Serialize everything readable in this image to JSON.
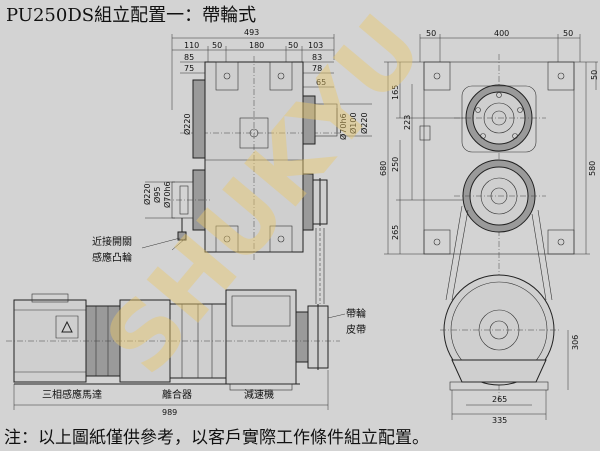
{
  "title": "PU250DS組立配置一：帶輪式",
  "note": "注：以上圖紙僅供參考，以客戶實際工作條件組立配置。",
  "watermark": "SHUKYU",
  "labels": {
    "proximity_switch_line1": "近接開關",
    "proximity_switch_line2": "感應凸輪",
    "pulley_line1": "帶輪",
    "pulley_line2": "皮帶",
    "motor": "三相感應馬達",
    "clutch": "離合器",
    "reducer": "減速機"
  },
  "top_view_dims": {
    "overall": "493",
    "d110": "110",
    "d50a": "50",
    "d180": "180",
    "d50b": "50",
    "d103": "103",
    "d85": "85",
    "d75": "75",
    "d83": "83",
    "d78": "78",
    "d65": "65",
    "dia220a": "Ø220",
    "dia70h6": "Ø70h6",
    "dia100": "Ø100",
    "dia220b": "Ø220",
    "dia220c": "Ø220",
    "dia95": "Ø95",
    "dia70h6b": "Ø70h6"
  },
  "side_view_dims": {
    "w50a": "50",
    "w400": "400",
    "w50b": "50",
    "h165": "165",
    "h223": "223",
    "h250": "250",
    "h680": "680",
    "h265": "265",
    "h580": "580",
    "h50": "50",
    "h306": "306",
    "b265": "265",
    "b335": "335"
  },
  "front_view_dims": {
    "overall": "989"
  }
}
